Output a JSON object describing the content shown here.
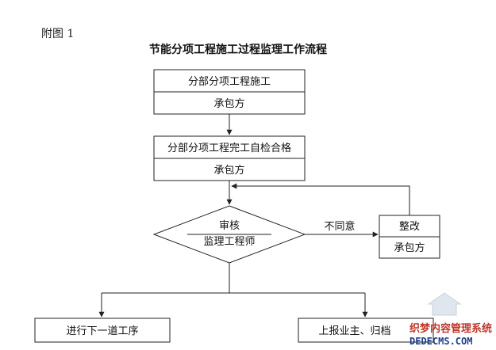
{
  "caption": "附图 1",
  "title": "节能分项工程施工过程监理工作流程",
  "nodes": {
    "step1": {
      "main": "分部分项工程施工",
      "actor": "承包方"
    },
    "step2": {
      "main": "分部分项工程完工自检合格",
      "actor": "承包方"
    },
    "review": {
      "main": "审核",
      "actor": "监理工程师"
    },
    "rectify": {
      "main": "整改",
      "actor": "承包方"
    },
    "next": {
      "main": "进行下一道工序"
    },
    "report": {
      "main": "上报业主、归档"
    }
  },
  "edges": {
    "reject_label": "不同意"
  },
  "watermark": {
    "cn": "织梦内容管理系统",
    "en": "DEDECMS.COM"
  },
  "colors": {
    "line": "#222222",
    "watermark_red": "#c0392b",
    "watermark_blue": "#1f3f8a"
  }
}
